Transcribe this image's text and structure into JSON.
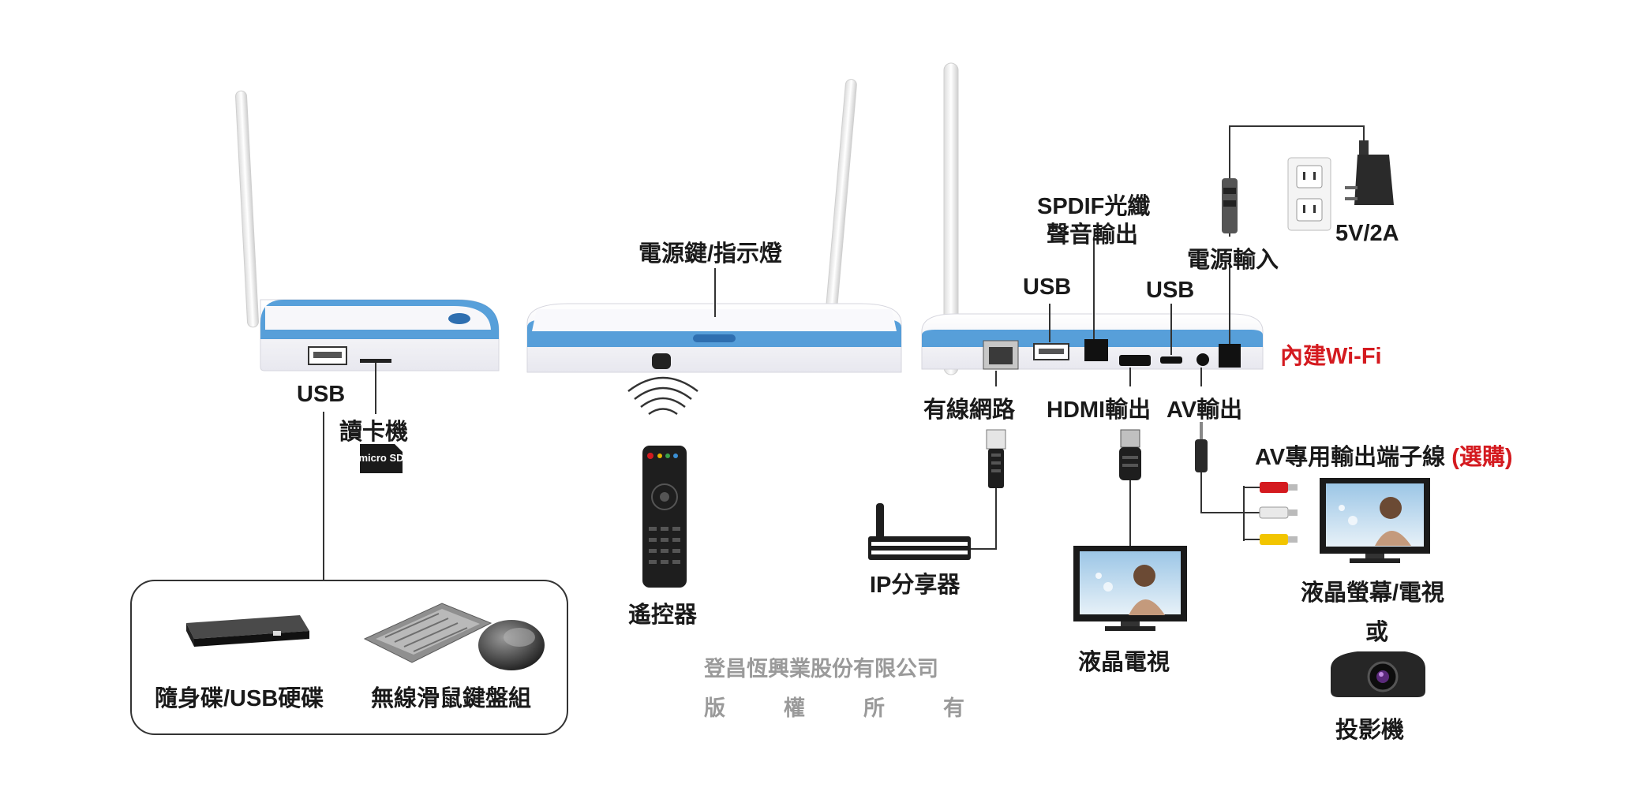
{
  "left_device": {
    "usb_label": "USB",
    "card_reader_label": "讀卡機",
    "microsd_logo_text": "micro SD"
  },
  "accessory_box": {
    "usb_drive_label": "隨身碟/USB硬碟",
    "keyboard_mouse_label": "無線滑鼠鍵盤組"
  },
  "front_device": {
    "power_label": "電源鍵/指示燈",
    "remote_label": "遙控器"
  },
  "copyright": {
    "company": "登昌恆興業股份有限公司",
    "rights": [
      "版",
      "權",
      "所",
      "有"
    ]
  },
  "rear_device": {
    "spdif_label_line1": "SPDIF光纖",
    "spdif_label_line2": "聲音輸出",
    "usb_left_label": "USB",
    "usb_right_label": "USB",
    "power_in_label": "電源輸入",
    "adapter_label": "5V/2A",
    "wifi_label": "內建Wi-Fi",
    "lan_label": "有線網路",
    "hdmi_label": "HDMI輸出",
    "av_label": "AV輸出",
    "router_label": "IP分享器",
    "lcd_tv_label": "液晶電視",
    "av_cable_label": "AV專用輸出端子線",
    "av_cable_optional": "(選購)",
    "monitor_label": "液晶螢幕/電視",
    "or_label": "或",
    "projector_label": "投影機"
  },
  "colors": {
    "accent_blue": "#3b8fd4",
    "accent_red": "#d41a1f",
    "device_white": "#f4f4f8",
    "line": "#333333"
  }
}
